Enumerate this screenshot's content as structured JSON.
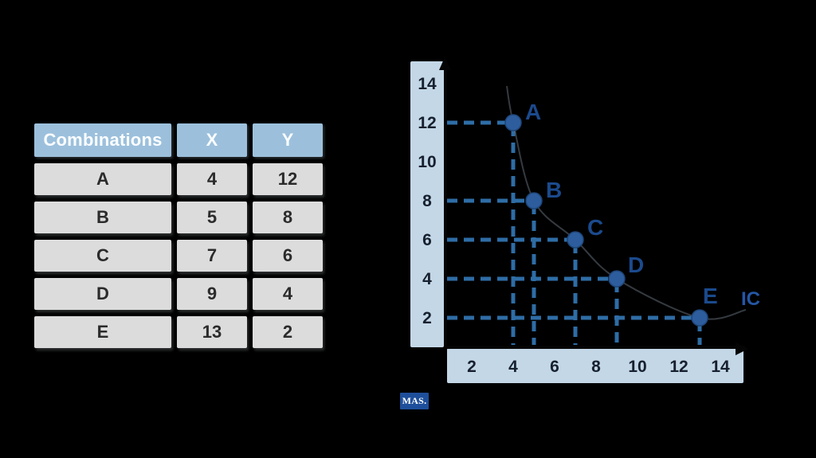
{
  "table": {
    "columns": [
      "Combinations",
      "X",
      "Y"
    ],
    "rows": [
      {
        "combination": "A",
        "x": "4",
        "y": "12"
      },
      {
        "combination": "B",
        "x": "5",
        "y": "8"
      },
      {
        "combination": "C",
        "x": "7",
        "y": "6"
      },
      {
        "combination": "D",
        "x": "9",
        "y": "4"
      },
      {
        "combination": "E",
        "x": "13",
        "y": "2"
      }
    ]
  },
  "chart_data": {
    "type": "scatter",
    "title": "",
    "xlabel": "",
    "ylabel": "",
    "points": [
      {
        "label": "A",
        "x": 4,
        "y": 12
      },
      {
        "label": "B",
        "x": 5,
        "y": 8
      },
      {
        "label": "C",
        "x": 7,
        "y": 6
      },
      {
        "label": "D",
        "x": 9,
        "y": 4
      },
      {
        "label": "E",
        "x": 13,
        "y": 2
      }
    ],
    "x_ticks": [
      2,
      4,
      6,
      8,
      10,
      12,
      14
    ],
    "y_ticks": [
      14,
      12,
      10,
      8,
      6,
      4,
      2
    ],
    "xlim": [
      0,
      15
    ],
    "ylim": [
      0,
      15
    ],
    "curve_label": "IC",
    "grid": "dashed-guides-from-points-to-axes",
    "legend": "none"
  },
  "watermark": {
    "text": "MAS."
  },
  "colors": {
    "background": "#000000",
    "table_header_bg": "#9cc0dc",
    "table_header_text": "#fafdff",
    "table_cell_bg": "#dcdcdc",
    "table_cell_text": "#2b2b2b",
    "axis_bar_bg": "#c3d7e7",
    "axis_line": "#050505",
    "tick_text": "#17202e",
    "guide_dash": "#2e6da6",
    "point_fill": "#2d5d9d",
    "point_stroke": "#1e4679",
    "point_label": "#1b4a8d",
    "ic_curve": "#8c98a8",
    "ic_label": "#2456a4",
    "watermark_bg": "#1e4f9b",
    "watermark_text": "#ffffff"
  }
}
